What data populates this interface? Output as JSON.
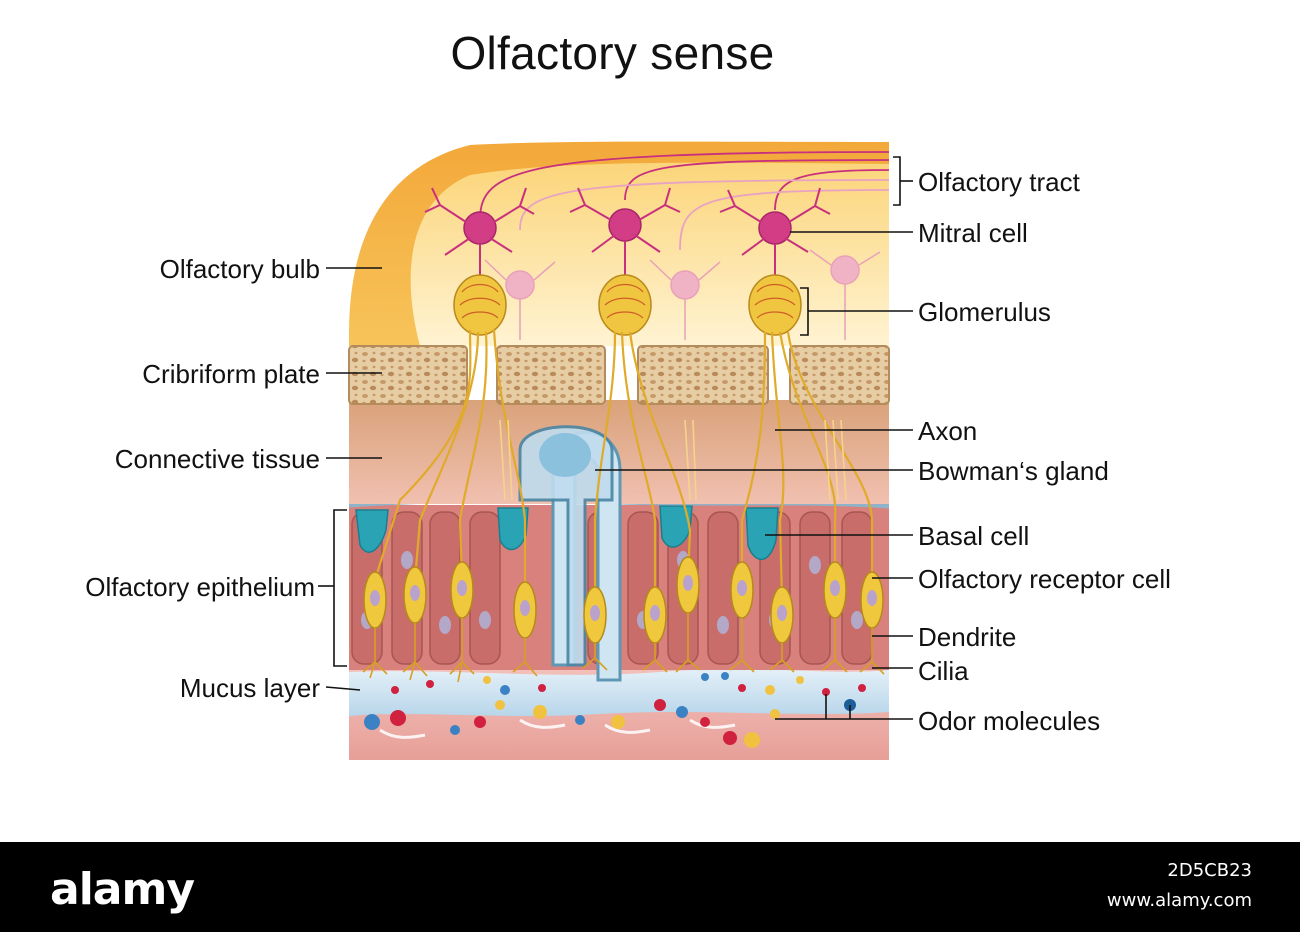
{
  "title": "Olfactory sense",
  "labels_left": {
    "olfactory_bulb": "Olfactory bulb",
    "cribriform_plate": "Cribriform plate",
    "connective_tissue": "Connective tissue",
    "olfactory_epithelium": "Olfactory epithelium",
    "mucus_layer": "Mucus layer"
  },
  "labels_right": {
    "olfactory_tract": "Olfactory tract",
    "mitral_cell": "Mitral cell",
    "glomerulus": "Glomerulus",
    "axon": "Axon",
    "bowmans_gland": "Bowman‘s gland",
    "basal_cell": "Basal cell",
    "olfactory_receptor_cell": "Olfactory receptor cell",
    "dendrite": "Dendrite",
    "cilia": "Cilia",
    "odor_molecules": "Odor molecules"
  },
  "watermark": {
    "logo": "alamy",
    "image_id": "2D5CB23",
    "site": "www.alamy.com"
  },
  "colors": {
    "bulb": "#f5b942",
    "bulb_inner": "#fde6a8",
    "neuron": "#d0408a",
    "axon": "#e8b83a",
    "bone": "#d9b98a",
    "connective": "#e8b49a",
    "epithelium": "#d97f7a",
    "mucus": "#cfe4f2",
    "basal": "#2aa3b5"
  }
}
